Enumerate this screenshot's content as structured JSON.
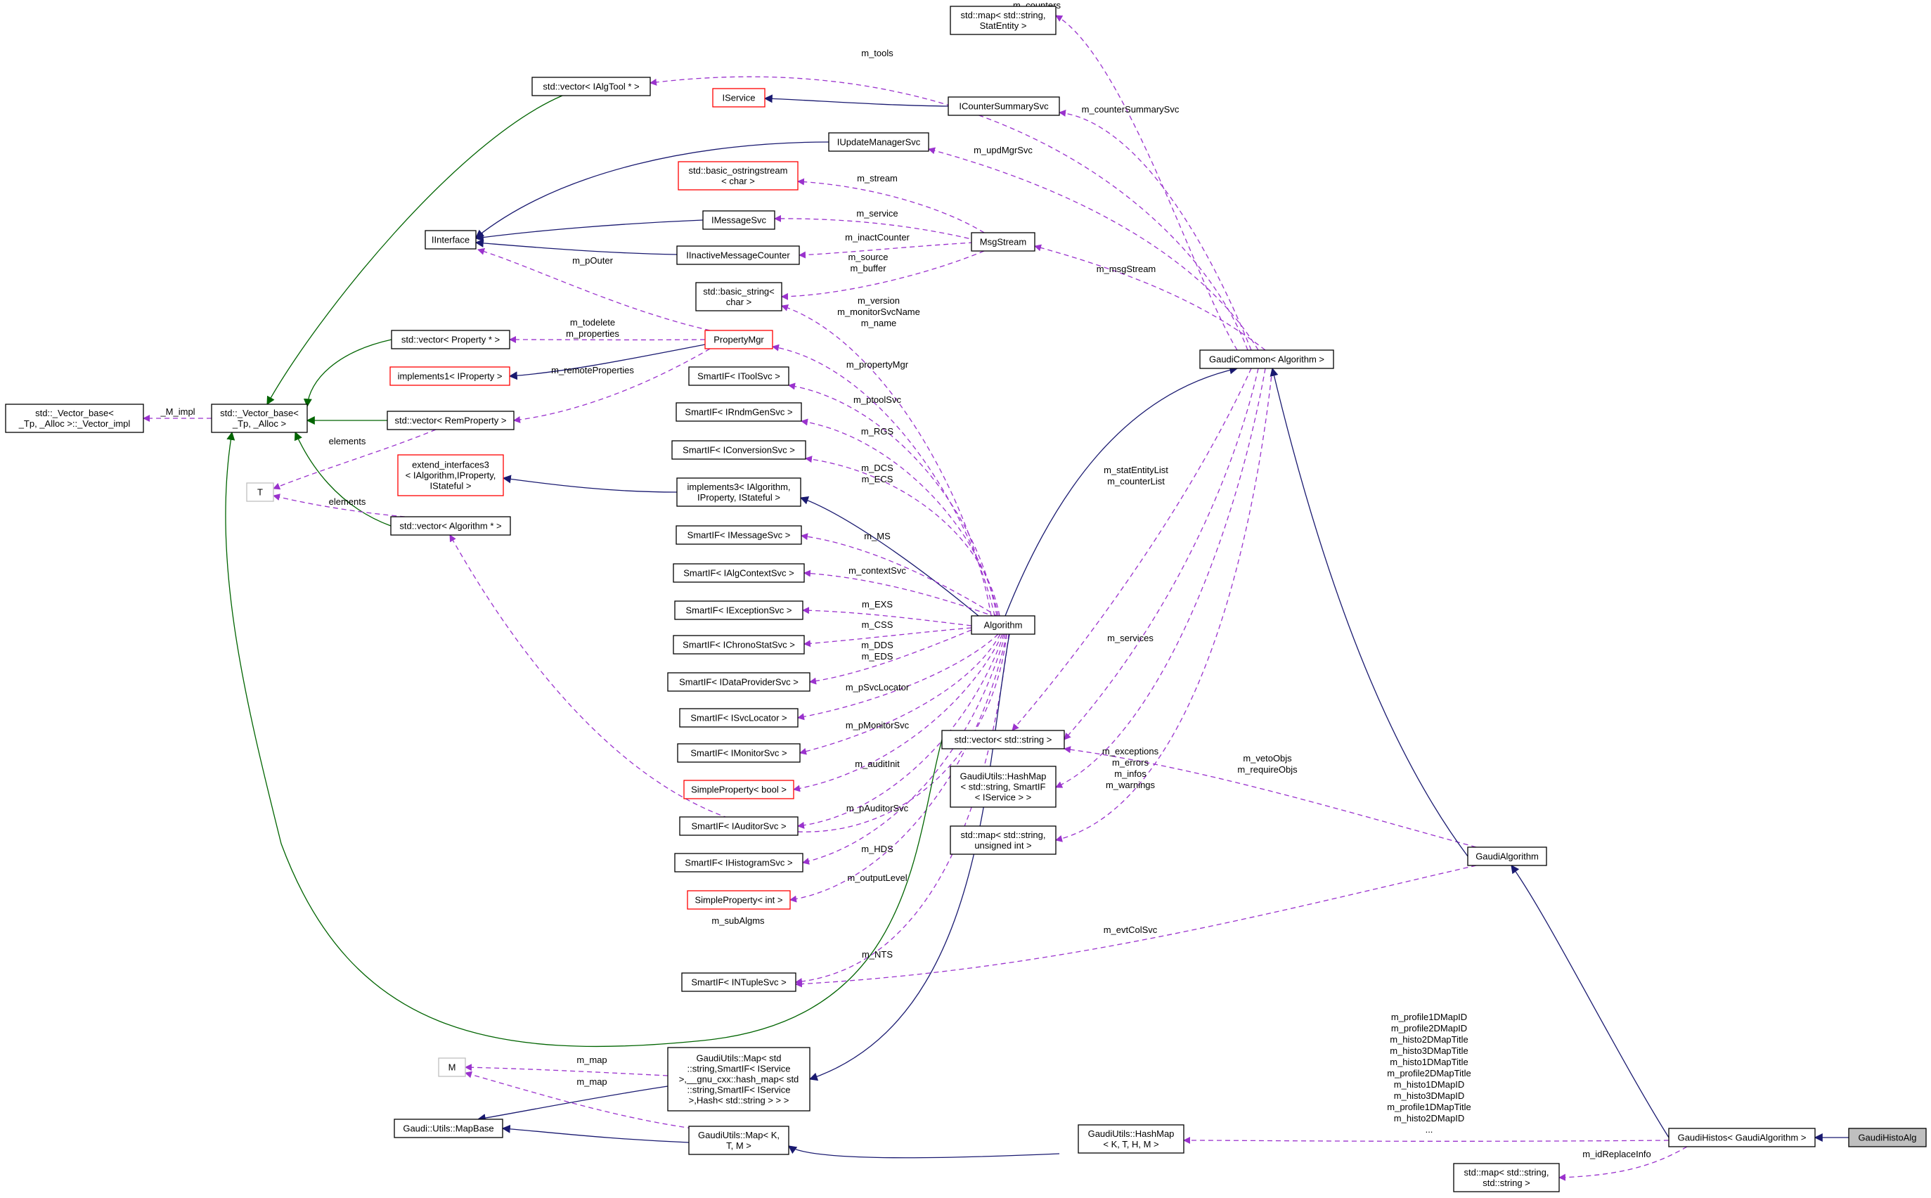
{
  "colors": {
    "usage": "#9a32cd",
    "inherit": "#191970",
    "template": "#006400",
    "node_border": "#000000",
    "node_red": "#ff0000",
    "node_gray": "#bfbfbf",
    "current_fill": "#bfbfbf"
  },
  "nodes": {
    "map_statentity": [
      "std::map< std::string,",
      "StatEntity >"
    ],
    "vec_ialgtool": [
      "std::vector< IAlgTool * >"
    ],
    "iservice": [
      "IService"
    ],
    "icountersummarysvc": [
      "ICounterSummarySvc"
    ],
    "iupdatemanagersvc": [
      "IUpdateManagerSvc"
    ],
    "basic_ostringstream": [
      "std::basic_ostringstream",
      "< char >"
    ],
    "imessagesvc": [
      "IMessageSvc"
    ],
    "iinterface": [
      "IInterface"
    ],
    "msgstream": [
      "MsgStream"
    ],
    "iinactivemessagecounter": [
      "IInactiveMessageCounter"
    ],
    "basic_string": [
      "std::basic_string<",
      "char >"
    ],
    "vec_property": [
      "std::vector< Property * >"
    ],
    "propertymgr": [
      "PropertyMgr"
    ],
    "gaudicommon": [
      "GaudiCommon< Algorithm >"
    ],
    "implements1": [
      "implements1< IProperty >"
    ],
    "smartif_itoolsvc": [
      "SmartIF< IToolSvc >"
    ],
    "vector_base_impl": [
      "std::_Vector_base<",
      "_Tp, _Alloc >::_Vector_impl"
    ],
    "vector_base": [
      "std::_Vector_base<",
      "_Tp, _Alloc >"
    ],
    "vec_remproperty": [
      "std::vector< RemProperty >"
    ],
    "smartif_irndmgensvc": [
      "SmartIF< IRndmGenSvc >"
    ],
    "smartif_iconversionsvc": [
      "SmartIF< IConversionSvc >"
    ],
    "t": [
      "T"
    ],
    "extend_interfaces3": [
      "extend_interfaces3",
      "< IAlgorithm,IProperty,",
      "IStateful >"
    ],
    "implements3": [
      "implements3< IAlgorithm,",
      "IProperty, IStateful >"
    ],
    "vec_algorithm": [
      "std::vector< Algorithm * >"
    ],
    "smartif_imessagesvc": [
      "SmartIF< IMessageSvc >"
    ],
    "smartif_ialgcontextsvc": [
      "SmartIF< IAlgContextSvc >"
    ],
    "smartif_iexceptionsvc": [
      "SmartIF< IExceptionSvc >"
    ],
    "algorithm": [
      "Algorithm"
    ],
    "smartif_ichronostatsvc": [
      "SmartIF< IChronoStatSvc >"
    ],
    "smartif_idataprovidersvc": [
      "SmartIF< IDataProviderSvc >"
    ],
    "smartif_isvclocator": [
      "SmartIF< ISvcLocator >"
    ],
    "smartif_imonitorsvc": [
      "SmartIF< IMonitorSvc >"
    ],
    "vec_string": [
      "std::vector< std::string >"
    ],
    "hashmap_service": [
      "GaudiUtils::HashMap",
      "< std::string, SmartIF",
      "< IService > >"
    ],
    "simpleproperty_bool": [
      "SimpleProperty< bool >"
    ],
    "smartif_iauditorsvc": [
      "SmartIF< IAuditorSvc >"
    ],
    "map_string_uint": [
      "std::map< std::string,",
      "unsigned int >"
    ],
    "gaudialgorithm": [
      "GaudiAlgorithm"
    ],
    "smartif_ihistogramsvc": [
      "SmartIF< IHistogramSvc >"
    ],
    "simpleproperty_int": [
      "SimpleProperty< int >"
    ],
    "smartif_intuplesvc": [
      "SmartIF< INTupleSvc >"
    ],
    "m": [
      "M"
    ],
    "gaudiutils_map_full": [
      "GaudiUtils::Map< std",
      "::string,SmartIF< IService",
      ">,__gnu_cxx::hash_map< std",
      "::string,SmartIF< IService",
      ">,Hash< std::string > > >"
    ],
    "mapbase": [
      "Gaudi::Utils::MapBase"
    ],
    "gaudiutils_map_ktm": [
      "GaudiUtils::Map< K,",
      "T, M >"
    ],
    "hashmap_kthm": [
      "GaudiUtils::HashMap",
      "< K, T, H, M >"
    ],
    "gaudihistos": [
      "GaudiHistos< GaudiAlgorithm >"
    ],
    "gaudihistoalg": [
      "GaudiHistoAlg"
    ],
    "map_string_string": [
      "std::map< std::string,",
      "std::string >"
    ]
  },
  "edge_labels": {
    "m_counters": [
      "m_counters"
    ],
    "m_tools": [
      "m_tools"
    ],
    "m_counterSummarySvc": [
      "m_counterSummarySvc"
    ],
    "m_updMgrSvc": [
      "m_updMgrSvc"
    ],
    "m_stream": [
      "m_stream"
    ],
    "m_service": [
      "m_service"
    ],
    "m_inactCounter": [
      "m_inactCounter"
    ],
    "m_source_buffer": [
      "m_source",
      "m_buffer"
    ],
    "m_msgStream": [
      "m_msgStream"
    ],
    "m_pOuter": [
      "m_pOuter"
    ],
    "m_version_names": [
      "m_version",
      "m_monitorSvcName",
      "m_name"
    ],
    "m_todelete_properties": [
      "m_todelete",
      "m_properties"
    ],
    "m_remoteProperties": [
      "m_remoteProperties"
    ],
    "m_propertyMgr": [
      "m_propertyMgr"
    ],
    "m_ptoolSvc": [
      "m_ptoolSvc"
    ],
    "m_impl": [
      "_M_impl"
    ],
    "elements_1": [
      "elements"
    ],
    "elements_2": [
      "elements"
    ],
    "m_RGS": [
      "m_RGS"
    ],
    "m_DCS_ECS": [
      "m_DCS",
      "m_ECS"
    ],
    "m_statEntityList": [
      "m_statEntityList",
      "m_counterList"
    ],
    "m_MS": [
      "m_MS"
    ],
    "m_contextSvc": [
      "m_contextSvc"
    ],
    "m_EXS": [
      "m_EXS"
    ],
    "m_CSS": [
      "m_CSS"
    ],
    "m_DDS_EDS": [
      "m_DDS",
      "m_EDS"
    ],
    "m_services": [
      "m_services"
    ],
    "m_pSvcLocator": [
      "m_pSvcLocator"
    ],
    "m_pMonitorSvc": [
      "m_pMonitorSvc"
    ],
    "m_exceptions_group": [
      "m_exceptions",
      "m_errors",
      "m_infos",
      "m_warnings"
    ],
    "m_vetoObjs": [
      "m_vetoObjs",
      "m_requireObjs"
    ],
    "m_auditInit": [
      "m_auditInit"
    ],
    "m_pAuditorSvc": [
      "m_pAuditorSvc"
    ],
    "m_HDS": [
      "m_HDS"
    ],
    "m_outputLevel": [
      "m_outputLevel"
    ],
    "m_subAlgms": [
      "m_subAlgms"
    ],
    "m_evtColSvc": [
      "m_evtColSvc"
    ],
    "m_NTS": [
      "m_NTS"
    ],
    "m_map_1": [
      "m_map"
    ],
    "m_map_2": [
      "m_map"
    ],
    "m_histo_maps": [
      "m_profile1DMapID",
      "m_profile2DMapID",
      "m_histo2DMapTitle",
      "m_histo3DMapTitle",
      "m_histo1DMapTitle",
      "m_profile2DMapTitle",
      "m_histo1DMapID",
      "m_histo3DMapID",
      "m_profile1DMapTitle",
      "m_histo2DMapID",
      "..."
    ],
    "m_idReplaceInfo": [
      "m_idReplaceInfo"
    ]
  }
}
